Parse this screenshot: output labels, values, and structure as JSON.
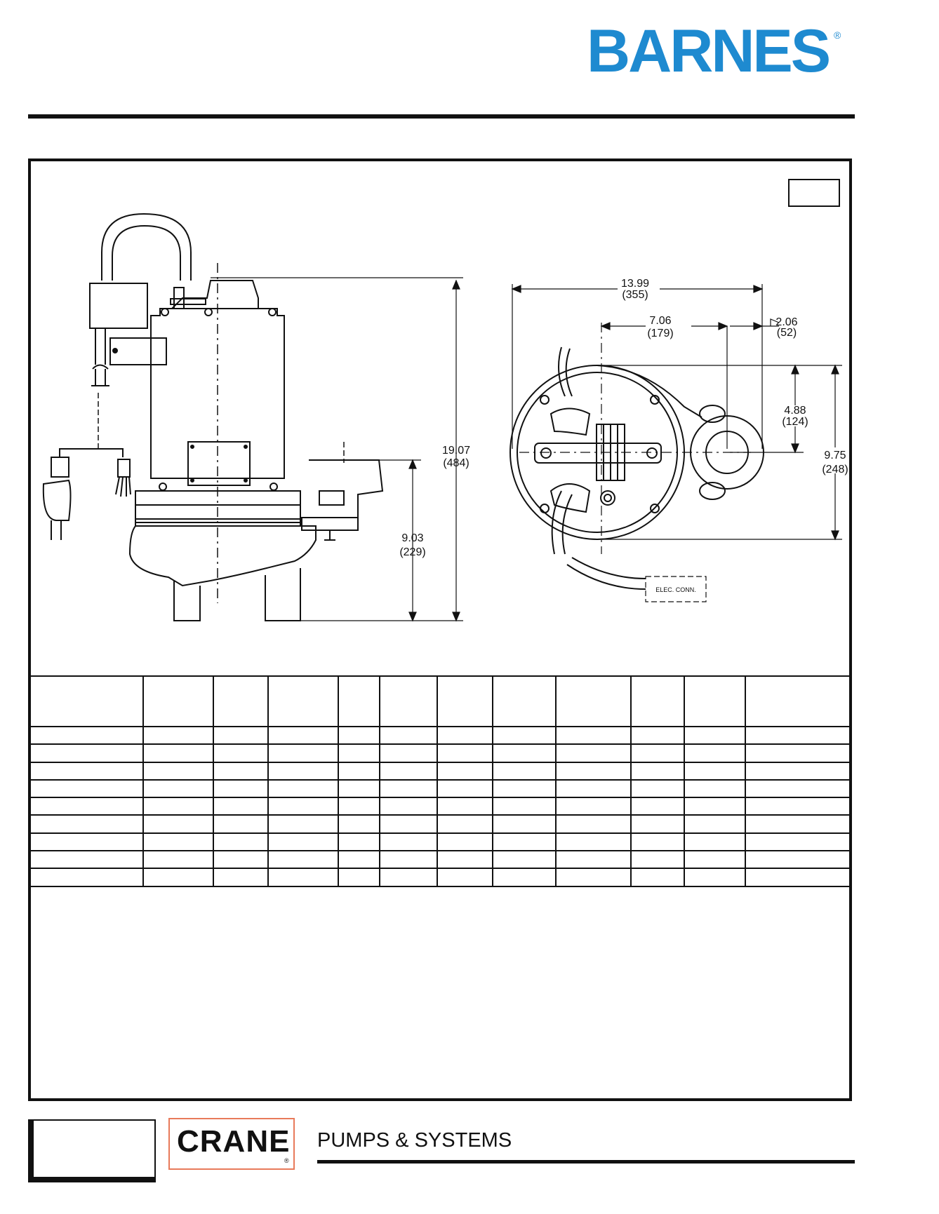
{
  "header": {
    "brand": "BARNES",
    "brand_mark": "®",
    "brand_color": "#1e8ad0"
  },
  "drawing": {
    "dimensions": {
      "overall_height": {
        "in": "19.07",
        "mm": "(484)"
      },
      "discharge_height": {
        "in": "9.03",
        "mm": "(229)"
      },
      "overall_width": {
        "in": "13.99",
        "mm": "(355)"
      },
      "center_to_discharge": {
        "in": "7.06",
        "mm": "(179)"
      },
      "discharge_offset": {
        "in": "2.06",
        "mm": "(52)"
      },
      "discharge_depth": {
        "in": "4.88",
        "mm": "(124)"
      },
      "overall_depth": {
        "in": "9.75",
        "mm": "(248)"
      }
    },
    "elec_conn_label": "ELEC. CONN."
  },
  "table": {
    "columns": 12,
    "rows": 10
  },
  "footer": {
    "logo": "CRANE",
    "logo_mark": "®",
    "logo_border_color": "#e87a5a",
    "tagline": "PUMPS & SYSTEMS"
  }
}
